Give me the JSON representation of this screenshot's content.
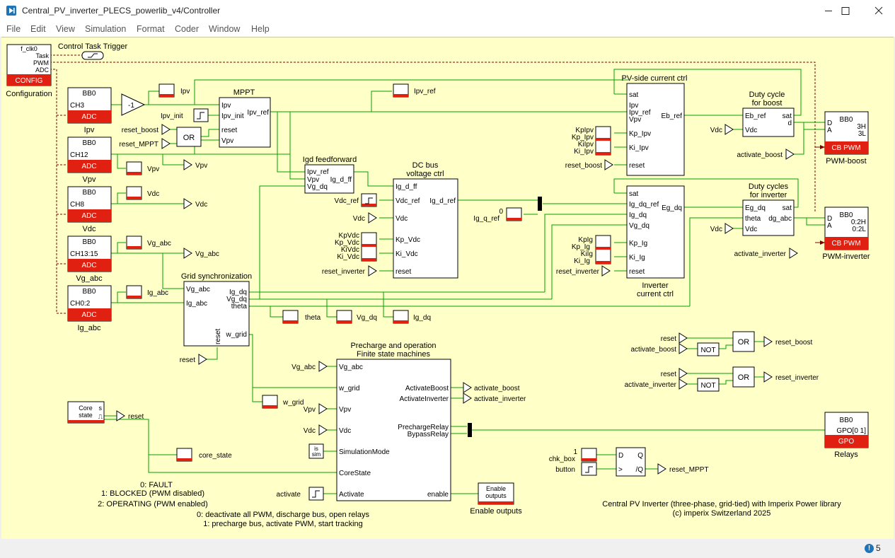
{
  "window": {
    "title": "Central_PV_inverter_PLECS_powerlib_v4/Controller",
    "minimize_icon": "minimize-icon",
    "maximize_icon": "maximize-icon",
    "close_icon": "close-icon"
  },
  "menu": [
    "File",
    "Edit",
    "View",
    "Simulation",
    "Format",
    "Coder",
    "Window",
    "Help"
  ],
  "status": {
    "icon": "info-icon",
    "count": "5"
  },
  "diagram": {
    "config": {
      "ports": [
        "f_clk0",
        "Task",
        "PWM",
        "ADC"
      ],
      "tag": "CONFIG",
      "caption": "Configuration",
      "trigger_label": "Control Task Trigger"
    },
    "adc": [
      {
        "bb": "BB0",
        "ch": "CH3",
        "tag": "ADC",
        "caption": "Ipv"
      },
      {
        "bb": "BB0",
        "ch": "CH12",
        "tag": "ADC",
        "caption": "Vpv"
      },
      {
        "bb": "BB0",
        "ch": "CH8",
        "tag": "ADC",
        "caption": "Vdc"
      },
      {
        "bb": "BB0",
        "ch": "CH13:15",
        "tag": "ADC",
        "caption": "Vg_abc"
      },
      {
        "bb": "BB0",
        "ch": "CH0:2",
        "tag": "ADC",
        "caption": "Ig_abc"
      }
    ],
    "gain": "-1",
    "scope_labels": {
      "ipv": "Ipv",
      "ipv_ref": "Ipv_ref",
      "vpv": "Vpv",
      "vdc": "Vdc",
      "vg_abc": "Vg_abc",
      "ig_abc": "Ig_abc",
      "theta": "theta",
      "vg_dq": "Vg_dq",
      "ig_dq": "Ig_dq",
      "w_grid": "w_grid",
      "core_state": "core_state"
    },
    "goto_labels": {
      "vpv": "Vpv",
      "vdc": "Vdc",
      "vg_abc": "Vg_abc"
    },
    "mppt": {
      "title": "MPPT",
      "inputs": [
        "Ipv",
        "Ipv_init",
        "reset",
        "Vpv"
      ],
      "output": "Ipv_ref",
      "ipv_init_label": "Ipv_init",
      "reset_boost": "reset_boost",
      "reset_mppt": "reset_MPPT",
      "or_label": "OR"
    },
    "igd_ff": {
      "title": "Igd feedforward",
      "inputs": [
        "Ipv_ref",
        "Vpv",
        "Vg_dq"
      ],
      "output": "Ig_d_ff"
    },
    "dcbus": {
      "title1": "DC bus",
      "title2": "voltage ctrl",
      "inputs": [
        "Ig_d_ff",
        "Vdc_ref",
        "Vdc",
        "Kp_Vdc",
        "Ki_Vdc",
        "reset"
      ],
      "output": "Ig_d_ref",
      "ext": {
        "vdc_ref": "Vdc_ref",
        "vdc": "Vdc",
        "kp1": "KpVdc",
        "kp2": "Kp_Vdc",
        "ki1": "KiVdc",
        "ki2": "Ki_Vdc",
        "reset": "reset_inverter"
      }
    },
    "igq": {
      "value": "0",
      "label": "Ig_q_ref"
    },
    "pv_ctrl": {
      "title": "PV-side current ctrl",
      "inputs": [
        "sat",
        "Ipv",
        "Ipv_ref",
        "Vpv",
        "Kp_Ipv",
        "Ki_Ipv",
        "reset"
      ],
      "output": "Eb_ref",
      "ext": {
        "kp1": "KpIpv",
        "kp2": "Kp_Ipv",
        "ki1": "KiIpv",
        "ki2": "Ki_Ipv",
        "reset": "reset_boost"
      }
    },
    "duty_boost": {
      "title1": "Duty cycle",
      "title2": "for boost",
      "inputs": [
        "Eb_ref",
        "Vdc"
      ],
      "outputs": [
        "sat",
        "d"
      ],
      "vdc": "Vdc"
    },
    "pwm_boost": {
      "bb": "BB0",
      "inputs": [
        "D",
        "A"
      ],
      "cfg": [
        "3H",
        "3L"
      ],
      "tag": "CB PWM",
      "caption": "PWM-boost",
      "activate": "activate_boost"
    },
    "inv_ctrl": {
      "title1": "Inverter",
      "title2": "current ctrl",
      "inputs": [
        "sat",
        "Ig_dq_ref",
        "Ig_dq",
        "Vg_dq",
        "Kp_Ig",
        "Ki_Ig",
        "reset"
      ],
      "output": "Eg_dq",
      "ext": {
        "kp1": "KpIg",
        "kp2": "Kp_Ig",
        "ki1": "KiIg",
        "ki2": "Ki_Ig",
        "reset": "reset_inverter"
      }
    },
    "duty_inv": {
      "title1": "Duty cycles",
      "title2": "for inverter",
      "inputs": [
        "Eg_dq",
        "theta",
        "Vdc"
      ],
      "outputs": [
        "sat",
        "dg_abc"
      ],
      "vdc": "Vdc"
    },
    "pwm_inv": {
      "bb": "BB0",
      "inputs": [
        "D",
        "A"
      ],
      "cfg": [
        "0:2H",
        "0:2L"
      ],
      "tag": "CB PWM",
      "caption": "PWM-inverter",
      "activate": "activate_inverter"
    },
    "gridsync": {
      "title": "Grid synchronization",
      "inputs": [
        "Vg_abc",
        "Ig_abc"
      ],
      "outputs": [
        "Ig_dq",
        "Vg_dq",
        "theta",
        "w_grid"
      ],
      "reset": "reset",
      "reset_ext": "reset"
    },
    "fsm": {
      "title1": "Precharge and operation",
      "title2": "Finite state machines",
      "inputs": [
        "Vg_abc",
        "w_grid",
        "Vpv",
        "Vdc",
        "SimulationMode",
        "CoreState",
        "Activate"
      ],
      "outputs": [
        "ActivateBoost",
        "ActivateInverter",
        "PrechargeRelay",
        "BypassRelay",
        "enable"
      ],
      "ext_in": {
        "vg_abc": "Vg_abc",
        "vpv": "Vpv",
        "vdc": "Vdc",
        "sim1": "is",
        "sim2": "sim",
        "activate": "activate"
      },
      "ext_out": {
        "boost": "activate_boost",
        "inverter": "activate_inverter"
      }
    },
    "core_state": {
      "line1": "Core",
      "line2": "state",
      "ports": [
        "s",
        "⎍"
      ],
      "goto": "reset"
    },
    "enable_outputs": {
      "line1": "Enable",
      "line2": "outputs",
      "caption": "Enable outputs"
    },
    "relays": {
      "bb": "BB0",
      "port": "GPO[0 1]",
      "tag": "GPO",
      "caption": "Relays"
    },
    "logic": {
      "boost": {
        "in1": "reset",
        "in2": "activate_boost",
        "not": "NOT",
        "or": "OR",
        "out": "reset_boost"
      },
      "inverter": {
        "in1": "reset",
        "in2": "activate_inverter",
        "not": "NOT",
        "or": "OR",
        "out": "reset_inverter"
      }
    },
    "dff": {
      "inputs": [
        "D",
        ">"
      ],
      "outputs": [
        "Q",
        "/Q"
      ],
      "chk_value": "1",
      "chk_label": "chk_box",
      "button_label": "button",
      "out": "reset_MPPT"
    },
    "notes": {
      "state1": "0: FAULT",
      "state2": "1: BLOCKED (PWM disabled)",
      "state3": "2: OPERATING (PWM enabled)",
      "act1": "0: deactivate all PWM, discharge bus, open relays",
      "act2": "1: precharge bus, activate PWM, start tracking",
      "credit1": "Central PV Inverter (three-phase, grid-tied) with Imperix Power library",
      "credit2": "(c) imperix Switzerland 2025"
    }
  }
}
